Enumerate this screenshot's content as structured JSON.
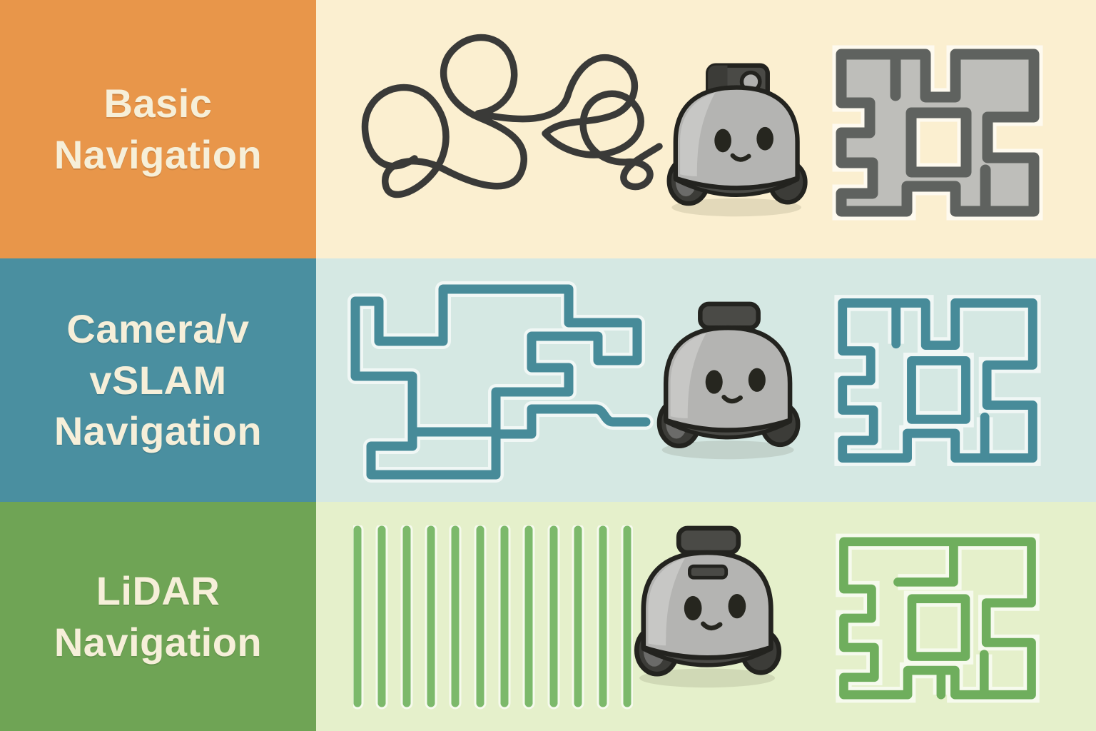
{
  "figure": {
    "type": "infographic-comparison",
    "text_color": "#F6EFD9",
    "rows": [
      {
        "id": "basic-navigation",
        "label_lines": [
          "Basic",
          "Navigation"
        ],
        "colors": {
          "label_bg": "#E8964A",
          "content_bg": "#FBEFD0",
          "path": "#3A3A38",
          "map_fill": "#BEBEBA",
          "map_stroke": "#5F625F"
        },
        "illustrations": {
          "path": "tangled-scribble-route",
          "robot": "robot-with-camera-head",
          "map": "solid-blocky-floorplan"
        }
      },
      {
        "id": "camera-vslam-navigation",
        "label_lines": [
          "Camera/v",
          "vSLAM",
          "Navigation"
        ],
        "colors": {
          "label_bg": "#4A8FA0",
          "content_bg": "#D5E8E3",
          "path": "#478B99",
          "map_fill": "none",
          "map_stroke": "#478B99"
        },
        "illustrations": {
          "path": "rectilinear-mapped-route",
          "robot": "robot-with-mast-head",
          "map": "outline-blocky-floorplan"
        }
      },
      {
        "id": "lidar-navigation",
        "label_lines": [
          "LiDAR",
          "Navigation"
        ],
        "colors": {
          "label_bg": "#6FA455",
          "content_bg": "#E5F0CB",
          "path": "#7CB96B",
          "map_fill": "none",
          "map_stroke": "#6FAE5D"
        },
        "scan_line_count": 12,
        "illustrations": {
          "path": "parallel-lidar-scan-lines",
          "robot": "robot-with-mast-head",
          "map": "outline-blocky-floorplan-with-inner-walls"
        }
      }
    ]
  },
  "robot": {
    "body": "#B4B4B2",
    "body_highlight": "#C7C7C5",
    "outline": "#23231F",
    "dark": "#4A4A46",
    "wheel": "#3C3C38",
    "wheel_hub": "#6B6B69",
    "lens": "#B0B0AE",
    "face": "#26261F",
    "shadow": "rgba(60,60,30,0.12)"
  }
}
